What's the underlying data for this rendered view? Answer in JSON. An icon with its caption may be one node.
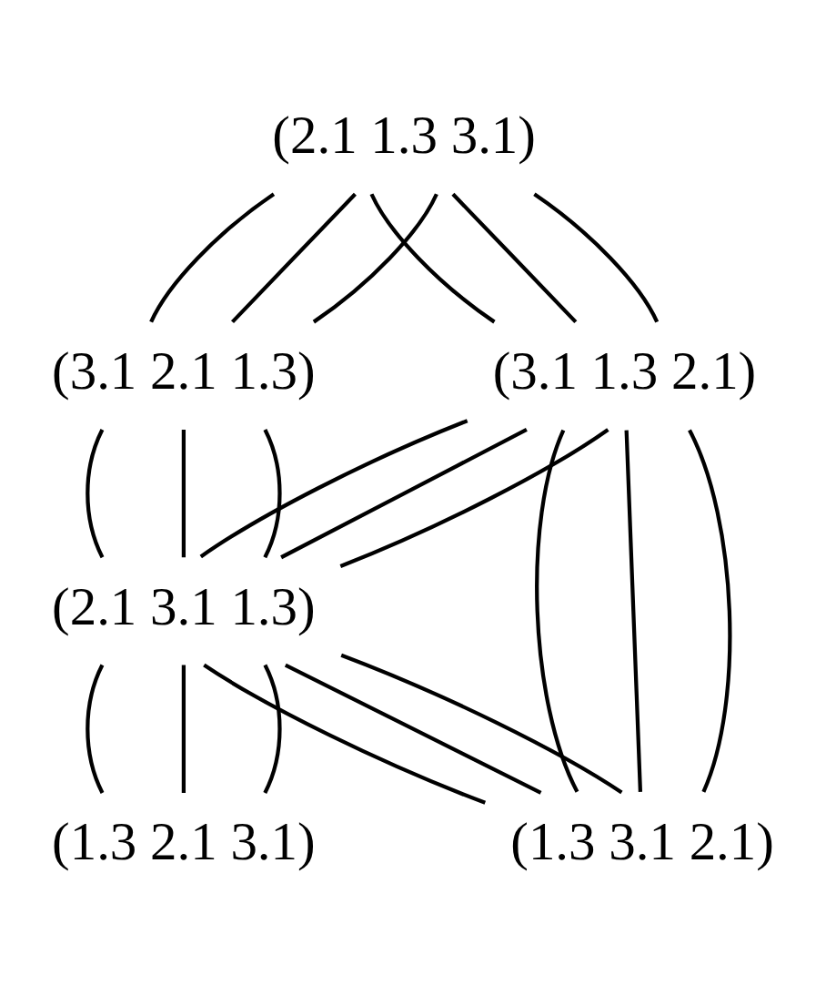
{
  "diagram": {
    "nodes": [
      {
        "text": [
          "(2.1 1.3 3.1)"
        ]
      },
      {
        "text": [
          "(3.1 1.3 2.1)"
        ]
      },
      {
        "text": [
          "(3.1 2.1 1.3)"
        ]
      },
      {
        "text": [
          "(2.1 3.1 1.3)"
        ]
      },
      {
        "text": [
          "(1.3 3.1 2.1)"
        ]
      },
      {
        "text": [
          "(1.3 2.1 3.1)"
        ]
      }
    ],
    "edges": [
      {
        "from": 0,
        "to": 1,
        "arrow": "none"
      },
      {
        "from": 0,
        "to": 1,
        "arrow": "none"
      },
      {
        "from": 0,
        "to": 1,
        "arrow": "none"
      },
      {
        "from": 0,
        "to": 2,
        "arrow": "none"
      },
      {
        "from": 0,
        "to": 2,
        "arrow": "none"
      },
      {
        "from": 0,
        "to": 2,
        "arrow": "none"
      },
      {
        "from": 1,
        "to": 3,
        "arrow": "none"
      },
      {
        "from": 1,
        "to": 3,
        "arrow": "none"
      },
      {
        "from": 1,
        "to": 3,
        "arrow": "none"
      },
      {
        "from": 2,
        "to": 3,
        "arrow": "none"
      },
      {
        "from": 2,
        "to": 3,
        "arrow": "none"
      },
      {
        "from": 2,
        "to": 3,
        "arrow": "none"
      },
      {
        "from": 1,
        "to": 4,
        "arrow": "none"
      },
      {
        "from": 1,
        "to": 4,
        "arrow": "none"
      },
      {
        "from": 1,
        "to": 4,
        "arrow": "none"
      },
      {
        "from": 3,
        "to": 4,
        "arrow": "none"
      },
      {
        "from": 3,
        "to": 4,
        "arrow": "none"
      },
      {
        "from": 3,
        "to": 4,
        "arrow": "none"
      },
      {
        "from": 3,
        "to": 5,
        "arrow": "none"
      },
      {
        "from": 3,
        "to": 5,
        "arrow": "none"
      },
      {
        "from": 3,
        "to": 5,
        "arrow": "none"
      }
    ]
  }
}
